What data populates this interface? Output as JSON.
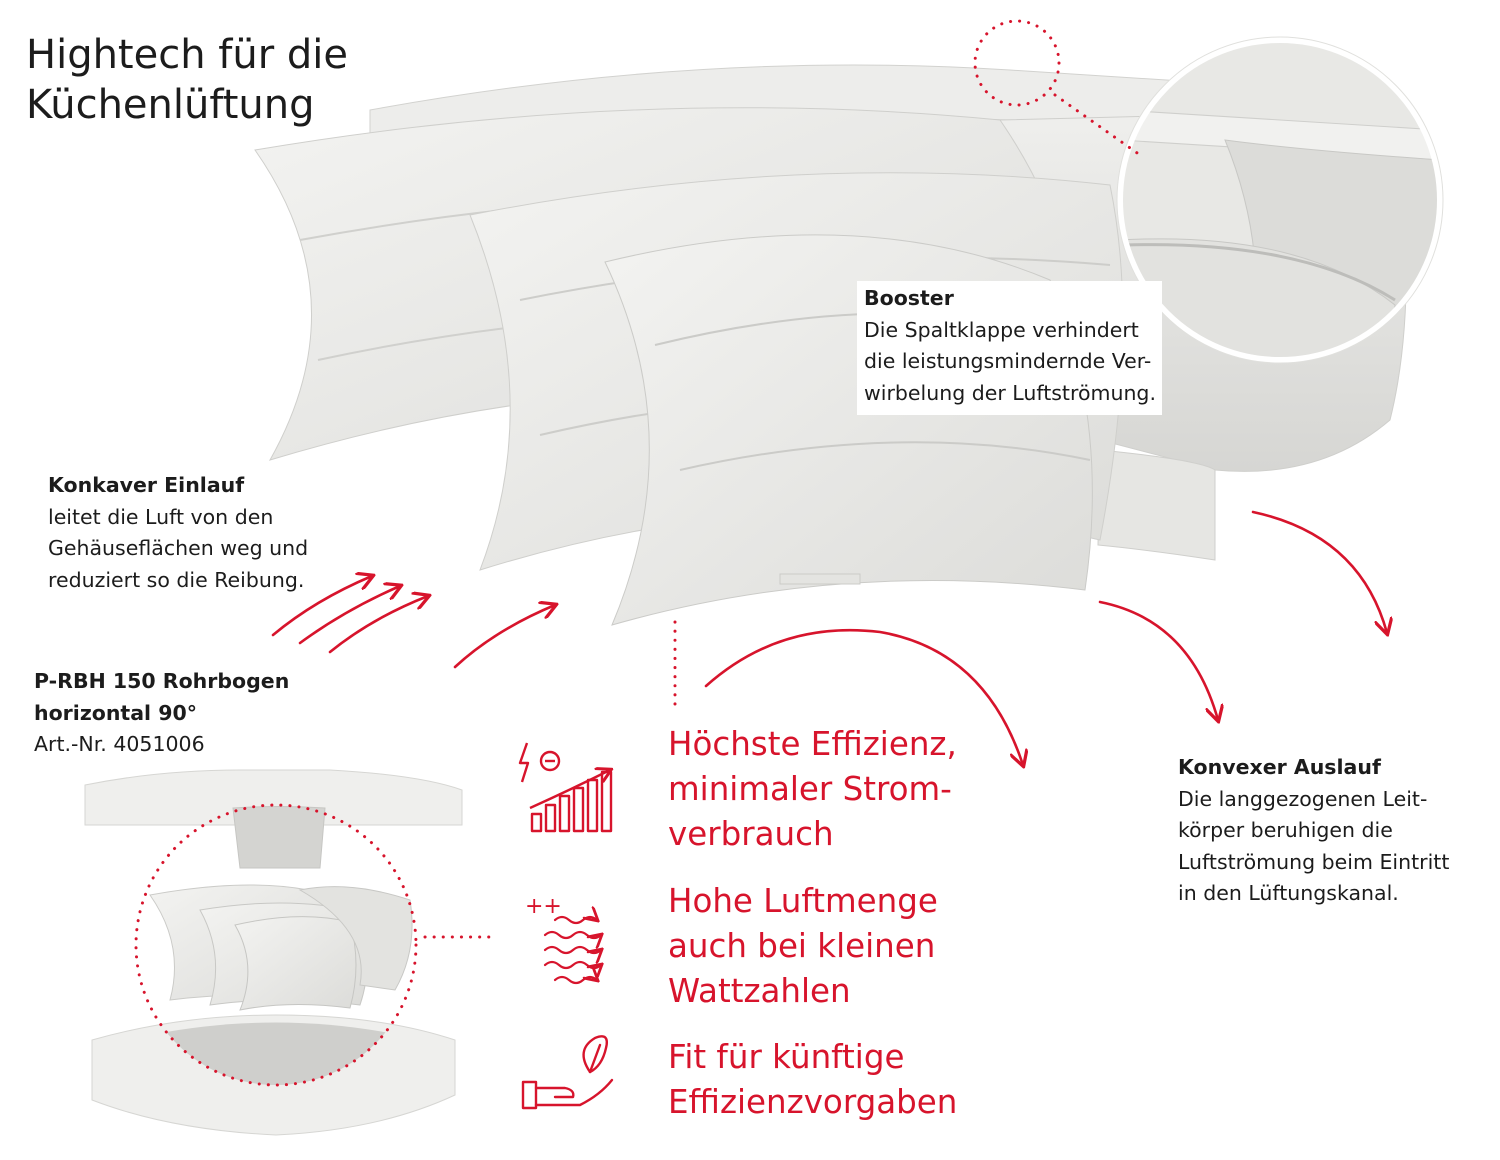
{
  "title": {
    "line1": "Hightech für die",
    "line2": "Küchenlüftung"
  },
  "booster": {
    "heading": "Booster",
    "text": "Die Spaltklappe verhindert\ndie leistungsmindernde Ver-\nwirbelung der Luftströmung."
  },
  "konkav": {
    "heading": "Konkaver Einlauf",
    "text": "leitet die Luft von den\nGehäuseflächen weg und\nreduziert so die Reibung."
  },
  "konvex": {
    "heading": "Konvexer Auslauf",
    "text": "Die langgezogenen Leit-\nkörper beruhigen die\nLuftströmung beim Eintritt\nin den Lüftungskanal."
  },
  "product": {
    "name_line1": "P-RBH 150 Rohrbogen",
    "name_line2": "horizontal 90°",
    "article": "Art.-Nr. 4051006"
  },
  "benefits": [
    {
      "icon": "energy-efficiency-chart-icon",
      "lines": [
        "Höchste Effizienz,",
        "minimaler Strom-",
        "verbrauch"
      ]
    },
    {
      "icon": "airflow-waves-icon",
      "lines": [
        "Hohe Luftmenge",
        "auch bei kleinen",
        "Wattzahlen"
      ]
    },
    {
      "icon": "leaf-hand-icon",
      "lines": [
        "Fit für künftige",
        "Effizienzvorgaben"
      ]
    }
  ],
  "icon_glyphs": {
    "plus_plus": "++"
  },
  "colors": {
    "accent_red": "#d7142c",
    "part_white": "#ececea",
    "part_shade": "#d9d9d6",
    "text": "#1c1c1c"
  }
}
